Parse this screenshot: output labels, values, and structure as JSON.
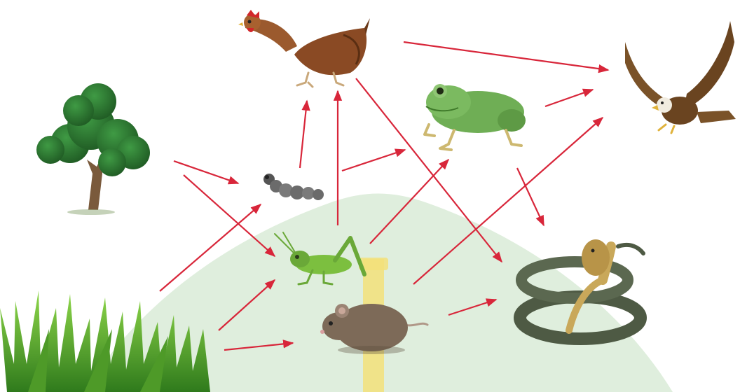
{
  "diagram": {
    "type": "food-web",
    "nodes": [
      {
        "id": "tree",
        "icon": "tree-icon"
      },
      {
        "id": "grass",
        "icon": "grass-icon"
      },
      {
        "id": "caterpillar",
        "icon": "caterpillar-icon"
      },
      {
        "id": "grasshopper",
        "icon": "grasshopper-icon"
      },
      {
        "id": "mouse",
        "icon": "mouse-icon"
      },
      {
        "id": "chicken",
        "icon": "chicken-icon"
      },
      {
        "id": "frog",
        "icon": "frog-icon"
      },
      {
        "id": "snake",
        "icon": "snake-icon"
      },
      {
        "id": "eagle",
        "icon": "eagle-icon"
      }
    ],
    "edges": [
      {
        "from": "tree",
        "to": "caterpillar"
      },
      {
        "from": "tree",
        "to": "grasshopper"
      },
      {
        "from": "grass",
        "to": "caterpillar"
      },
      {
        "from": "grass",
        "to": "grasshopper"
      },
      {
        "from": "grass",
        "to": "mouse"
      },
      {
        "from": "caterpillar",
        "to": "chicken"
      },
      {
        "from": "caterpillar",
        "to": "frog"
      },
      {
        "from": "grasshopper",
        "to": "chicken"
      },
      {
        "from": "grasshopper",
        "to": "frog"
      },
      {
        "from": "mouse",
        "to": "eagle"
      },
      {
        "from": "mouse",
        "to": "snake"
      },
      {
        "from": "chicken",
        "to": "eagle"
      },
      {
        "from": "chicken",
        "to": "snake"
      },
      {
        "from": "frog",
        "to": "eagle"
      },
      {
        "from": "frog",
        "to": "snake"
      }
    ],
    "colors": {
      "arrow": "#d8263a",
      "background": "#ffffff",
      "watermark": "#dfeedd",
      "watermark_accent": "#f3e07a",
      "tree_foliage": "#2f7a33",
      "tree_trunk": "#7a5a3c",
      "grass": "#5fb534",
      "grasshopper": "#7cbf3f",
      "frog": "#6fae55",
      "chicken": "#8a4a24",
      "mouse": "#7d6a58",
      "snake": "#4e5a44",
      "eagle": "#6a4420",
      "caterpillar": "#6b6b6b"
    }
  }
}
